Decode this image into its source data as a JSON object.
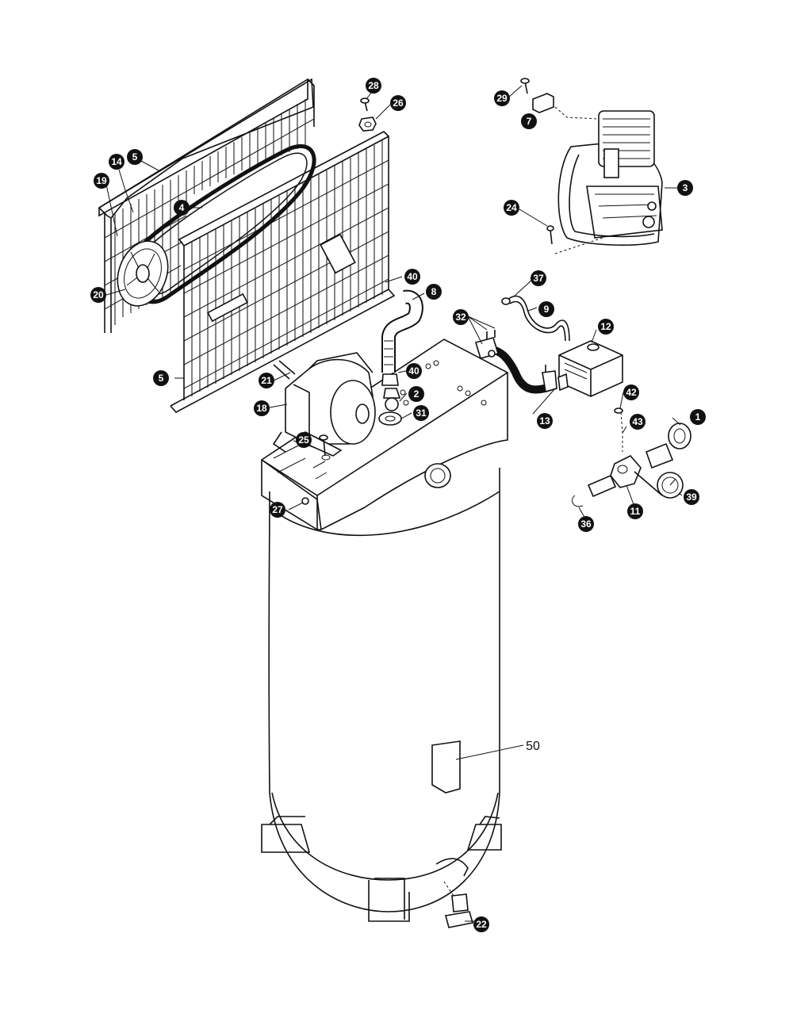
{
  "callouts": [
    {
      "id": "c28a",
      "label": "28"
    },
    {
      "id": "c26",
      "label": "26"
    },
    {
      "id": "c29",
      "label": "29"
    },
    {
      "id": "c7",
      "label": "7"
    },
    {
      "id": "c14",
      "label": "14"
    },
    {
      "id": "c5a",
      "label": "5"
    },
    {
      "id": "c19",
      "label": "19"
    },
    {
      "id": "c4",
      "label": "4"
    },
    {
      "id": "c3",
      "label": "3"
    },
    {
      "id": "c24",
      "label": "24"
    },
    {
      "id": "c20",
      "label": "20"
    },
    {
      "id": "c40a",
      "label": "40"
    },
    {
      "id": "c37",
      "label": "37"
    },
    {
      "id": "c8",
      "label": "8"
    },
    {
      "id": "c9",
      "label": "9"
    },
    {
      "id": "c32",
      "label": "32"
    },
    {
      "id": "c12",
      "label": "12"
    },
    {
      "id": "c21",
      "label": "21"
    },
    {
      "id": "c40b",
      "label": "40"
    },
    {
      "id": "c5b",
      "label": "5"
    },
    {
      "id": "c2",
      "label": "2"
    },
    {
      "id": "c42",
      "label": "42"
    },
    {
      "id": "c18",
      "label": "18"
    },
    {
      "id": "c31",
      "label": "31"
    },
    {
      "id": "c13",
      "label": "13"
    },
    {
      "id": "c1",
      "label": "1"
    },
    {
      "id": "c43",
      "label": "43"
    },
    {
      "id": "c25",
      "label": "25"
    },
    {
      "id": "c39",
      "label": "39"
    },
    {
      "id": "c11",
      "label": "11"
    },
    {
      "id": "c36",
      "label": "36"
    },
    {
      "id": "c27",
      "label": "27"
    },
    {
      "id": "c22",
      "label": "22"
    }
  ],
  "plain_label": "50"
}
